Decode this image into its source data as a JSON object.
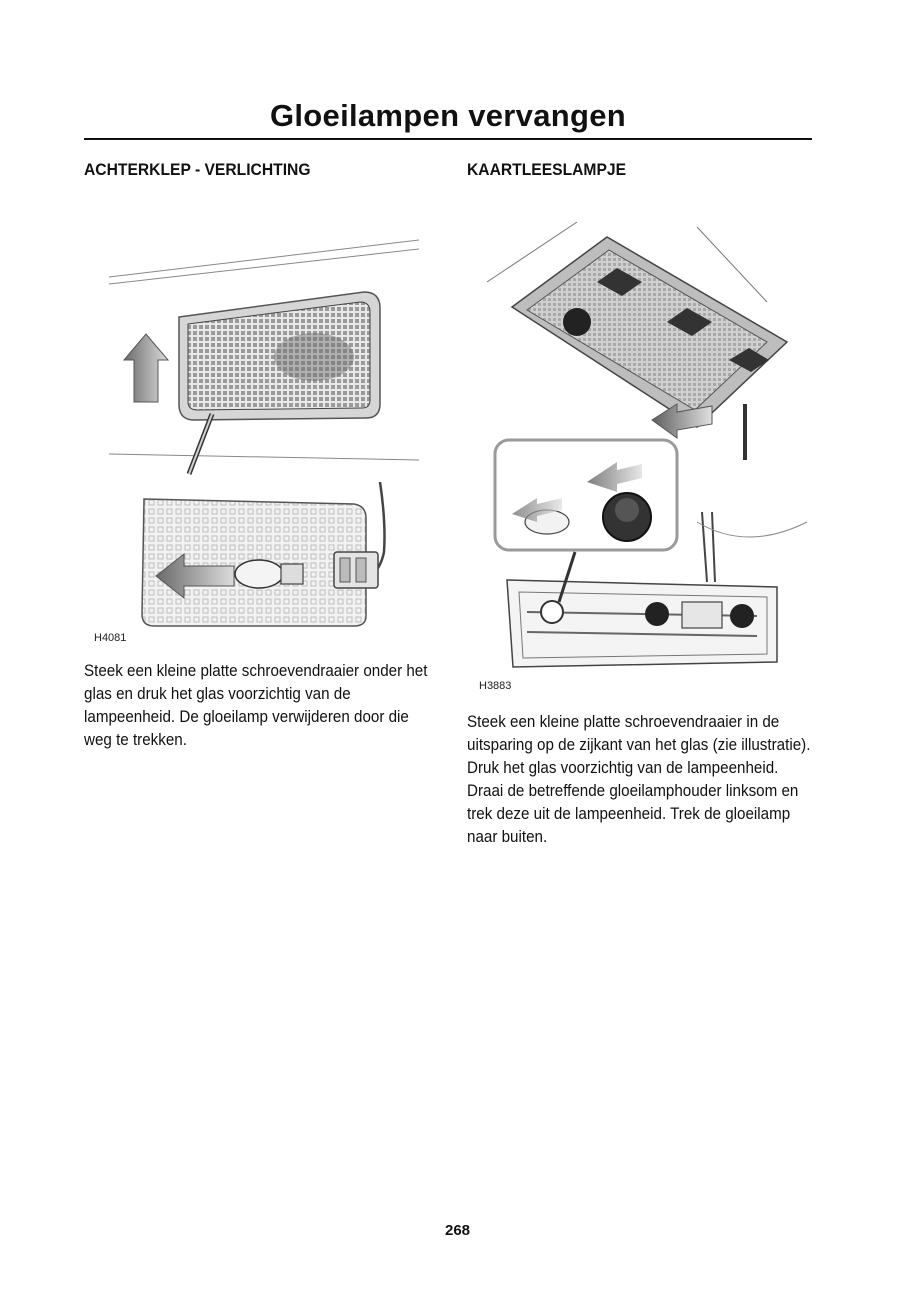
{
  "page": {
    "title": "Gloeilampen vervangen",
    "page_number": "268"
  },
  "sections": {
    "left": {
      "heading": "ACHTERKLEP - VERLICHTING",
      "figure_code": "H4081",
      "text": "Steek een kleine platte schroevendraaier onder het glas en druk het glas voorzichtig van de lampeenheid. De gloeilamp verwijderen door die weg te trekken."
    },
    "right": {
      "heading": "KAARTLEESLAMPJE",
      "figure_code": "H3883",
      "text": "Steek een kleine platte schroevendraaier in de uitsparing op de zijkant van het glas (zie illustratie). Druk het glas voorzichtig van de lampeenheid. Draai de betreffende gloeilamphouder linksom en trek deze uit de lampeenheid. Trek de gloeilamp naar buiten."
    }
  }
}
